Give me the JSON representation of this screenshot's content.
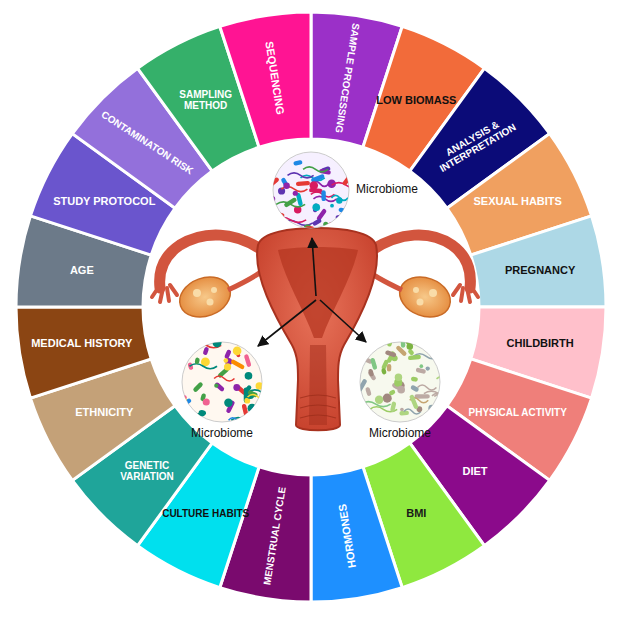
{
  "diagram": {
    "nodes": [
      {
        "text": [
          "SAMPLE PROCESSING"
        ]
      },
      {
        "text": [
          "LOW BIOMASS"
        ]
      },
      {
        "text": [
          "ANALYSIS & INTERPRETATION"
        ]
      },
      {
        "text": [
          "SEXUAL HABITS"
        ]
      },
      {
        "text": [
          "PREGNANCY"
        ]
      },
      {
        "text": [
          "CHILDBIRTH"
        ]
      },
      {
        "text": [
          "PHYSICAL ACTIVITY"
        ]
      },
      {
        "text": [
          "DIET"
        ]
      },
      {
        "text": [
          "BMI"
        ]
      },
      {
        "text": [
          "HORMONES"
        ]
      },
      {
        "text": [
          "MENSTRUAL CYCLE"
        ]
      },
      {
        "text": [
          "CULTURE HABITS"
        ]
      },
      {
        "text": [
          "GENETIC VARIATION"
        ]
      },
      {
        "text": [
          "ETHNICITY"
        ]
      },
      {
        "text": [
          "MEDICAL HISTORY"
        ]
      },
      {
        "text": [
          "AGE"
        ]
      },
      {
        "text": [
          "STUDY PROTOCOL"
        ]
      },
      {
        "text": [
          "CONTAMINATON RISK"
        ]
      },
      {
        "text": [
          "SAMPLING METHOD"
        ]
      },
      {
        "text": [
          "SEQUENCING"
        ]
      },
      {
        "text": [
          "Microbiome"
        ]
      },
      {
        "text": [
          "Microbiome"
        ]
      },
      {
        "text": [
          "Microbiome"
        ]
      }
    ]
  }
}
